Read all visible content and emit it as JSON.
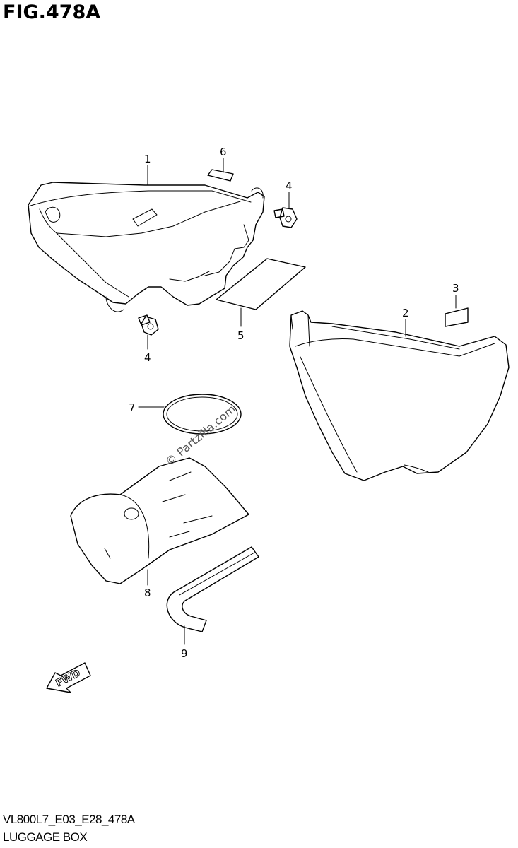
{
  "figure": {
    "title": "FIG.478A",
    "code": "VL800L7_E03_E28_478A",
    "name": "LUGGAGE BOX"
  },
  "watermark": "© Partzilla.com",
  "fwd_label": "FWD",
  "callouts": [
    {
      "id": "1",
      "label": "1"
    },
    {
      "id": "2",
      "label": "2"
    },
    {
      "id": "3",
      "label": "3"
    },
    {
      "id": "4a",
      "label": "4"
    },
    {
      "id": "4b",
      "label": "4"
    },
    {
      "id": "5",
      "label": "5"
    },
    {
      "id": "6",
      "label": "6"
    },
    {
      "id": "7",
      "label": "7"
    },
    {
      "id": "8",
      "label": "8"
    },
    {
      "id": "9",
      "label": "9"
    }
  ]
}
